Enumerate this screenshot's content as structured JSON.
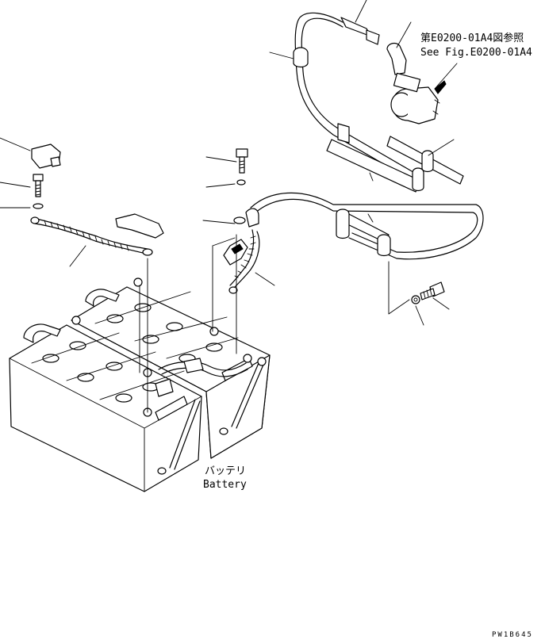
{
  "reference_jp": "第E0200-01A4図参照",
  "reference_en": "See Fig.E0200-01A4",
  "battery_jp": "バッテリ",
  "battery_en": "Battery",
  "drawing_number": "PW1B645"
}
